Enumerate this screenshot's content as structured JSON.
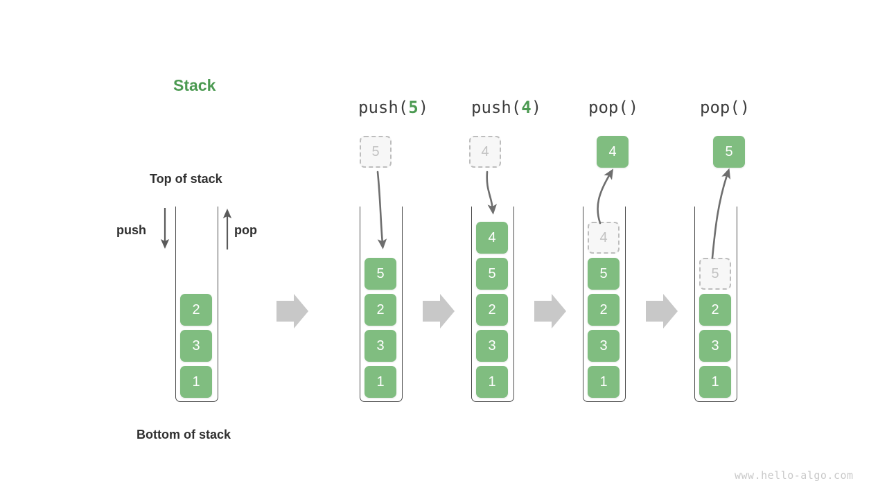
{
  "figure": {
    "title": "Stack",
    "top_label": "Top of stack",
    "bottom_label": "Bottom of stack",
    "push_label": "push",
    "pop_label": "pop",
    "watermark": "www.hello-algo.com"
  },
  "colors": {
    "accent_green": "#4c9a52",
    "cell_green": "#80bd80",
    "ghost_fill": "#f7f7f7",
    "ghost_border": "#bdbdbd",
    "ghost_text": "#c2c2c2",
    "container_border": "#4a4a4a",
    "block_arrow": "#c8c8c8",
    "curve_arrow": "#6e6e6e",
    "text_dark": "#2f2f2f",
    "watermark": "#c9c9c9"
  },
  "steps": [
    {
      "id": "initial",
      "operation": "",
      "operation_prefix": "",
      "operation_arg": "",
      "operation_suffix": "",
      "stack": [
        "2",
        "3",
        "1"
      ],
      "floating": null,
      "ghost": null
    },
    {
      "id": "push-5",
      "operation": "push(5)",
      "operation_prefix": "push(",
      "operation_arg": "5",
      "operation_suffix": ")",
      "stack": [
        "5",
        "2",
        "3",
        "1"
      ],
      "floating": {
        "value": "5",
        "style": "ghost",
        "position": "above"
      },
      "ghost": null,
      "arrow_direction": "in"
    },
    {
      "id": "push-4",
      "operation": "push(4)",
      "operation_prefix": "push(",
      "operation_arg": "4",
      "operation_suffix": ")",
      "stack": [
        "4",
        "5",
        "2",
        "3",
        "1"
      ],
      "floating": {
        "value": "4",
        "style": "ghost",
        "position": "above"
      },
      "ghost": null,
      "arrow_direction": "in"
    },
    {
      "id": "pop-1",
      "operation": "pop()",
      "operation_prefix": "pop(",
      "operation_arg": "",
      "operation_suffix": ")",
      "stack": [
        "5",
        "2",
        "3",
        "1"
      ],
      "floating": {
        "value": "4",
        "style": "solid",
        "position": "above"
      },
      "ghost": {
        "value": "4",
        "slot_from_top": 0
      },
      "arrow_direction": "out"
    },
    {
      "id": "pop-2",
      "operation": "pop()",
      "operation_prefix": "pop(",
      "operation_arg": "",
      "operation_suffix": ")",
      "stack": [
        "2",
        "3",
        "1"
      ],
      "floating": {
        "value": "5",
        "style": "solid",
        "position": "above"
      },
      "ghost": {
        "value": "5",
        "slot_from_top": 0
      },
      "arrow_direction": "out"
    }
  ],
  "transitions": [
    "arrow-right",
    "arrow-right",
    "arrow-right",
    "arrow-right"
  ]
}
